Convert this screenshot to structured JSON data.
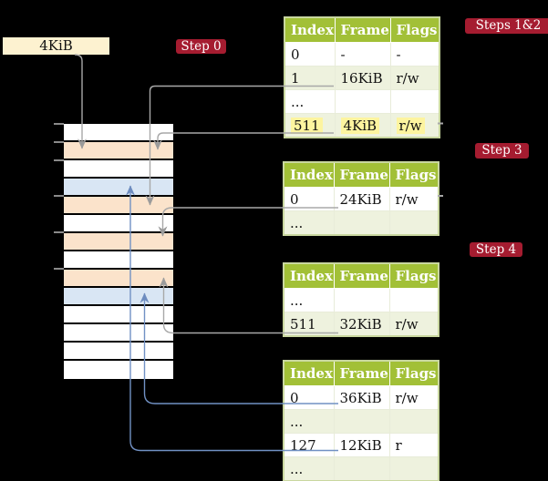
{
  "colors": {
    "page-bg": "#000000",
    "badge-red": "#a51c30",
    "badge-text": "#ffffff",
    "table-header-green": "#a2c037",
    "table-border-green": "#c9d79f",
    "table-row-shade": "#eef2de",
    "highlight-yellow": "#fdf49f",
    "frame-orange": "#fbe3cb",
    "frame-blue": "#d9e6f4",
    "frame-white": "#ffffff",
    "label-box-cream": "#fdf2d0",
    "connector-gray": "#a8a8a8",
    "connector-blue": "#7191c4",
    "tick-gray": "#8a8a8a"
  },
  "frame_size_label": "4KiB",
  "badges": {
    "step0": "Step 0",
    "steps12": "Steps 1&2",
    "step3": "Step 3",
    "step4": "Step 4"
  },
  "memory_frames": [
    "white",
    "orange",
    "white",
    "blue",
    "orange",
    "white",
    "orange",
    "white",
    "orange",
    "blue",
    "white",
    "white",
    "white",
    "white"
  ],
  "tables": [
    {
      "id": "table-steps-1-2",
      "headers": [
        "Index",
        "Frame",
        "Flags"
      ],
      "rows": [
        [
          "0",
          "-",
          "-"
        ],
        [
          "1",
          "16KiB",
          "r/w"
        ],
        [
          "...",
          "",
          ""
        ],
        [
          "511",
          "4KiB",
          "r/w"
        ]
      ],
      "highlight_row": 3
    },
    {
      "id": "table-step-3",
      "headers": [
        "Index",
        "Frame",
        "Flags"
      ],
      "rows": [
        [
          "0",
          "24KiB",
          "r/w"
        ],
        [
          "...",
          "",
          ""
        ]
      ]
    },
    {
      "id": "table-step-4",
      "headers": [
        "Index",
        "Frame",
        "Flags"
      ],
      "rows": [
        [
          "...",
          "",
          ""
        ],
        [
          "511",
          "32KiB",
          "r/w"
        ]
      ]
    },
    {
      "id": "table-bottom",
      "headers": [
        "Index",
        "Frame",
        "Flags"
      ],
      "rows": [
        [
          "0",
          "36KiB",
          "r/w"
        ],
        [
          "...",
          "",
          ""
        ],
        [
          "127",
          "12KiB",
          "r"
        ],
        [
          "...",
          "",
          ""
        ]
      ]
    }
  ]
}
